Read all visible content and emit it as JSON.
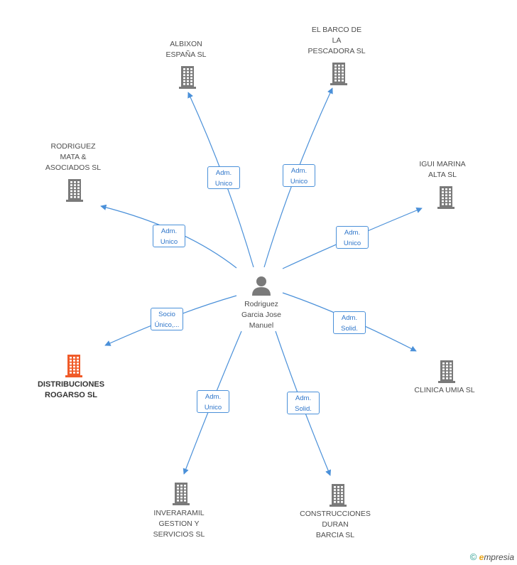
{
  "center": {
    "name": "Rodriguez\nGarcia Jose\nManuel",
    "icon": "person-icon"
  },
  "colors": {
    "edge": "#4a90d9",
    "building": "#7a7a7a",
    "highlight": "#f05a28",
    "role_text": "#2c74c9"
  },
  "nodes": [
    {
      "id": "albixon",
      "label": "ALBIXON\nESPAÑA SL",
      "role": "Adm.\nUnico",
      "highlight": false,
      "icon": "building-icon"
    },
    {
      "id": "el-barco",
      "label": "EL BARCO DE\nLA\nPESCADORA SL",
      "role": "Adm.\nUnico",
      "highlight": false,
      "icon": "building-icon"
    },
    {
      "id": "rodriguez-mata",
      "label": "RODRIGUEZ\nMATA &\nASOCIADOS SL",
      "role": "Adm.\nUnico",
      "highlight": false,
      "icon": "building-icon"
    },
    {
      "id": "igui-marina",
      "label": "IGUI MARINA\nALTA SL",
      "role": "Adm.\nUnico",
      "highlight": false,
      "icon": "building-icon"
    },
    {
      "id": "distribuciones",
      "label": "DISTRIBUCIONES\nROGARSO SL",
      "role": "Socio\nÚnico,...",
      "highlight": true,
      "icon": "building-icon"
    },
    {
      "id": "clinica-umia",
      "label": "CLINICA UMIA SL",
      "role": "Adm.\nSolid.",
      "highlight": false,
      "icon": "building-icon"
    },
    {
      "id": "inveraramil",
      "label": "INVERARAMIL\nGESTION Y\nSERVICIOS  SL",
      "role": "Adm.\nUnico",
      "highlight": false,
      "icon": "building-icon"
    },
    {
      "id": "construcciones",
      "label": "CONSTRUCCIONES\nDURAN\nBARCIA SL",
      "role": "Adm.\nSolid.",
      "highlight": false,
      "icon": "building-icon"
    }
  ],
  "brand": {
    "copyright": "©",
    "e": "e",
    "rest": "mpresia"
  }
}
